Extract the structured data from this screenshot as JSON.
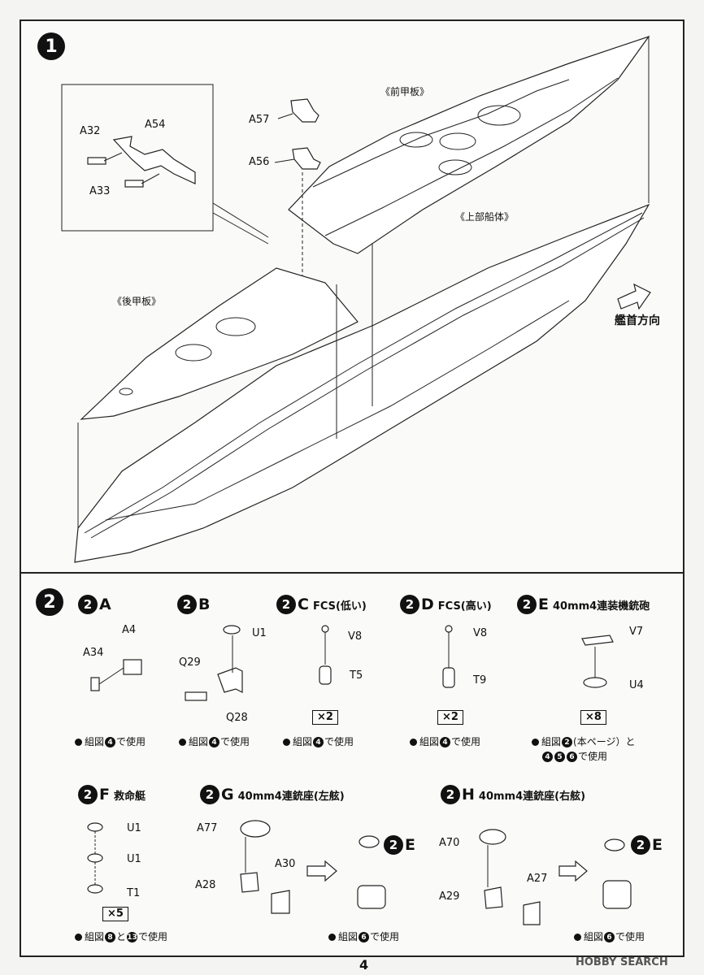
{
  "page_number": "4",
  "watermark": "HOBBY SEARCH",
  "step1": {
    "number": "1",
    "labels": {
      "front_deck": "《前甲板》",
      "upper_hull": "《上部船体》",
      "rear_deck": "《後甲板》",
      "bow_direction": "艦首方向"
    },
    "parts": {
      "a32": "A32",
      "a54": "A54",
      "a33": "A33",
      "a57": "A57",
      "a56": "A56"
    }
  },
  "step2": {
    "number": "2",
    "subs": [
      {
        "badge": "2",
        "letter": "A",
        "title": "",
        "parts": [
          "A4",
          "A34"
        ],
        "qty": "",
        "note": "組図",
        "note_num": "4",
        "note_tail": "で使用"
      },
      {
        "badge": "2",
        "letter": "B",
        "title": "",
        "parts": [
          "U1",
          "Q29",
          "Q28"
        ],
        "qty": "",
        "note": "組図",
        "note_num": "4",
        "note_tail": "で使用"
      },
      {
        "badge": "2",
        "letter": "C",
        "title": "FCS(低い)",
        "parts": [
          "V8",
          "T5"
        ],
        "qty": "×2",
        "note": "組図",
        "note_num": "4",
        "note_tail": "で使用"
      },
      {
        "badge": "2",
        "letter": "D",
        "title": "FCS(高い)",
        "parts": [
          "V8",
          "T9"
        ],
        "qty": "×2",
        "note": "組図",
        "note_num": "4",
        "note_tail": "で使用"
      },
      {
        "badge": "2",
        "letter": "E",
        "title": "40mm4連装機銃砲",
        "parts": [
          "V7",
          "U4"
        ],
        "qty": "×8",
        "note": "組図",
        "note_num": "2",
        "note_tail": "(本ページ）と",
        "note_line2_nums": [
          "4",
          "5",
          "6"
        ],
        "note_line2_tail": "で使用"
      },
      {
        "badge": "2",
        "letter": "F",
        "title": "救命艇",
        "parts": [
          "U1",
          "U1",
          "T1"
        ],
        "qty": "×5",
        "note": "組図",
        "note_nums": [
          "8",
          "13"
        ],
        "note_mid": "と",
        "note_tail": "で使用"
      },
      {
        "badge": "2",
        "letter": "G",
        "title": "40mm4連銃座(左舷)",
        "parts": [
          "A77",
          "A30",
          "A28"
        ],
        "ref": "E",
        "note": "組図",
        "note_num": "6",
        "note_tail": "で使用"
      },
      {
        "badge": "2",
        "letter": "H",
        "title": "40mm4連銃座(右舷)",
        "parts": [
          "A70",
          "A27",
          "A29"
        ],
        "ref": "E",
        "note": "組図",
        "note_num": "6",
        "note_tail": "で使用"
      }
    ]
  }
}
